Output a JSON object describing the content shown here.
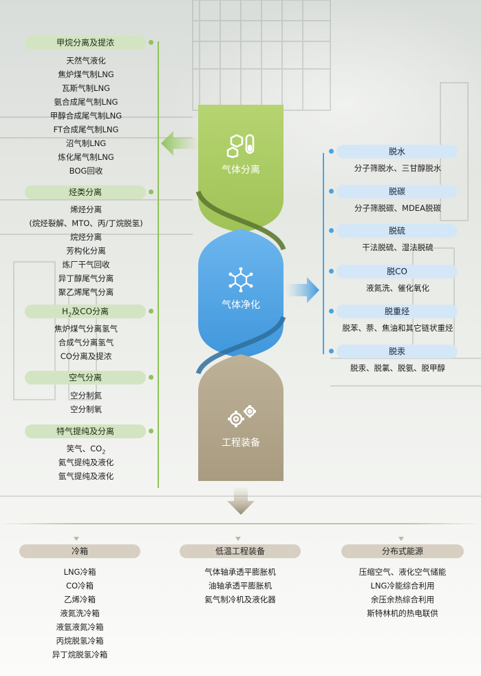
{
  "center": {
    "sections": [
      {
        "label": "气体分离",
        "icon": "molecule-flask-icon",
        "color": "#a9cb62"
      },
      {
        "label": "气体净化",
        "icon": "molecule-network-icon",
        "color": "#56a8e6"
      },
      {
        "label": "工程装备",
        "icon": "gears-icon",
        "color": "#b5a88e"
      }
    ]
  },
  "left_groups": [
    {
      "title": "甲烷分离及提浓",
      "items": [
        "天然气液化",
        "焦炉煤气制LNG",
        "瓦斯气制LNG",
        "氨合成尾气制LNG",
        "甲醇合成尾气制LNG",
        "FT合成尾气制LNG",
        "沼气制LNG",
        "炼化尾气制LNG",
        "BOG回收"
      ]
    },
    {
      "title": "烃类分离",
      "items": [
        "烯烃分离",
        "(烷烃裂解、MTO、丙/丁烷脱氢)",
        "烷烃分离",
        "芳构化分离",
        "炼厂干气回收",
        "异丁醇尾气分离",
        "聚乙烯尾气分离"
      ]
    },
    {
      "title_main": "H",
      "title_sub": "2",
      "title_rest": "及CO分离",
      "items": [
        "焦炉煤气分离氢气",
        "合成气分离氢气",
        "CO分离及提浓"
      ]
    },
    {
      "title": "空气分离",
      "items": [
        "空分制氮",
        "空分制氧"
      ]
    },
    {
      "title": "特气提纯及分离",
      "items_special": {
        "main": "笑气、CO",
        "sub": "2"
      },
      "items": [
        "氦气提纯及液化",
        "氩气提纯及液化"
      ]
    }
  ],
  "right_groups": [
    {
      "title": "脱水",
      "item": "分子筛脱水、三甘醇脱水"
    },
    {
      "title": "脱碳",
      "item": "分子筛脱碳、MDEA脱碳"
    },
    {
      "title": "脱硫",
      "item": "干法脱硫、湿法脱硫"
    },
    {
      "title": "脱CO",
      "item": "液氮洗、催化氧化"
    },
    {
      "title": "脱重烃",
      "item": "脱苯、萘、焦油和其它链状重烃"
    },
    {
      "title": "脱汞",
      "item": "脱汞、脱氯、脱氨、脱甲醇"
    }
  ],
  "bottom_groups": [
    {
      "title": "冷箱",
      "items": [
        "LNG冷箱",
        "CO冷箱",
        "乙烯冷箱",
        "液氮洗冷箱",
        "液氩液氮冷箱",
        "丙烷脱氢冷箱",
        "异丁烷脱氢冷箱"
      ]
    },
    {
      "title": "低温工程装备",
      "items": [
        "气体轴承透平膨胀机",
        "油轴承透平膨胀机",
        "氦气制冷机及液化器"
      ]
    },
    {
      "title": "分布式能源",
      "items": [
        "压缩空气、液化空气储能",
        "LNG冷能综合利用",
        "余压余热综合利用",
        "斯特林机的热电联供"
      ]
    }
  ],
  "colors": {
    "green": "#a9cb62",
    "blue": "#56a8e6",
    "tan": "#b5a88e",
    "dark_green": "#5e7a32",
    "dark_blue": "#2f6f9e"
  }
}
